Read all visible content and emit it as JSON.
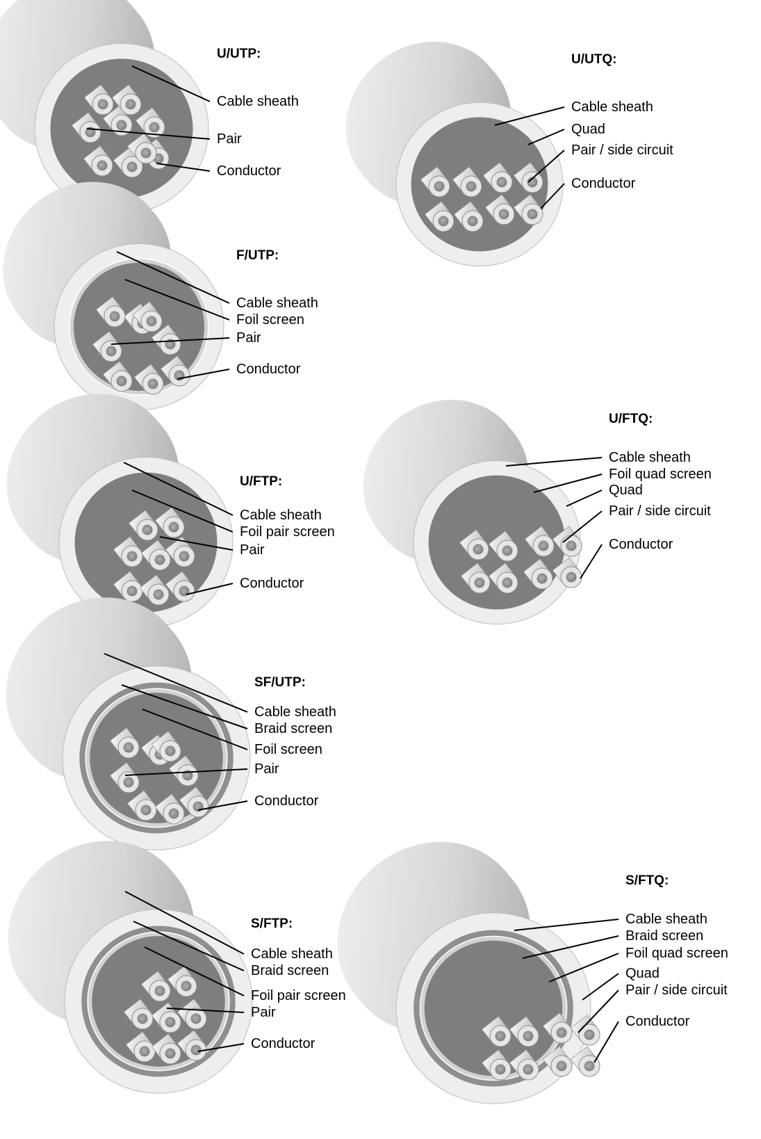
{
  "diagrams": [
    {
      "id": "uutp",
      "title": "U/UTP:",
      "labels": [
        "Cable sheath",
        "Pair",
        "Conductor"
      ]
    },
    {
      "id": "uutq",
      "title": "U/UTQ:",
      "labels": [
        "Cable sheath",
        "Quad",
        "Pair / side circuit",
        "Conductor"
      ]
    },
    {
      "id": "futp",
      "title": "F/UTP:",
      "labels": [
        "Cable sheath",
        "Foil screen",
        "Pair",
        "Conductor"
      ]
    },
    {
      "id": "uftp",
      "title": "U/FTP:",
      "labels": [
        "Cable sheath",
        "Foil pair screen",
        "Pair",
        "Conductor"
      ]
    },
    {
      "id": "uftq",
      "title": "U/FTQ:",
      "labels": [
        "Cable sheath",
        "Foil quad screen",
        "Quad",
        "Pair / side circuit",
        "Conductor"
      ]
    },
    {
      "id": "sfutp",
      "title": "SF/UTP:",
      "labels": [
        "Cable sheath",
        "Braid screen",
        "Foil screen",
        "Pair",
        "Conductor"
      ]
    },
    {
      "id": "sftp",
      "title": "S/FTP:",
      "labels": [
        "Cable sheath",
        "Braid screen",
        "Foil pair screen",
        "Pair",
        "Conductor"
      ]
    },
    {
      "id": "sftq",
      "title": "S/FTQ:",
      "labels": [
        "Cable sheath",
        "Braid screen",
        "Foil quad screen",
        "Quad",
        "Pair / side circuit",
        "Conductor"
      ]
    }
  ],
  "colors": {
    "sheath_light": "#eeeeee",
    "sheath_dark": "#9c9c9c",
    "braid": "#8f8f8f",
    "foil": "#d2d2d2",
    "core": "#7e7e7e",
    "insulation": "#e6e6e6",
    "copper": "#959595",
    "leader": "#000000"
  }
}
